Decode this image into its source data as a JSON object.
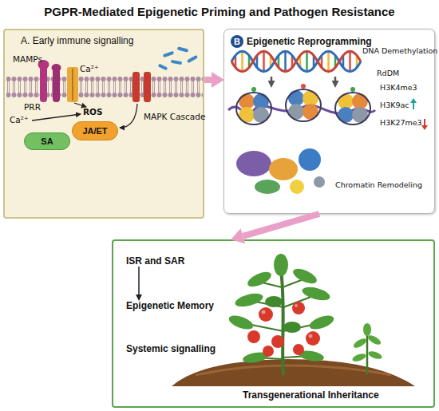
{
  "diagram": {
    "title": "PGPR-Mediated Epigenetic Priming and Pathogen Resistance",
    "nodes": [
      {
        "text": [
          "A. Early immune signalling"
        ]
      },
      {
        "text": [
          "SA"
        ],
        "in": 0
      },
      {
        "text": [
          "JA/ET"
        ],
        "in": 0
      },
      {
        "text": [
          "B",
          "Epigenetic Reprogramming"
        ]
      },
      {
        "text": [
          "Transgenerational Inheritance"
        ]
      },
      {
        "text": [
          "ISR and SAR"
        ],
        "in": 4
      },
      {
        "text": [
          "Epigenetic Memory"
        ],
        "in": 4
      },
      {
        "text": [
          "Systemic signalling"
        ],
        "in": 4
      }
    ],
    "edges": [
      {
        "from": 0,
        "to": 3,
        "arrow": "to"
      },
      {
        "from": 3,
        "to": 4,
        "arrow": "to"
      },
      {
        "from": 5,
        "to": 6,
        "arrow": "to"
      }
    ],
    "labels": [
      "MAMPs",
      "Ca²⁺",
      "PRR",
      "Ca²⁺",
      "ROS",
      "MAPK Cascade",
      "DNA Demethylation",
      "RdDM",
      "H3K4me3",
      "H3K9ac",
      "H3K27me3",
      "Chromatin Remodeling"
    ]
  }
}
